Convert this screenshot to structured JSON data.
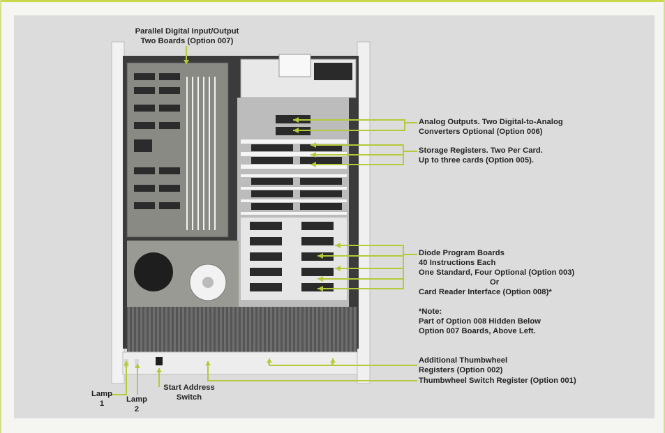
{
  "labels": {
    "parallel_io_1": "Parallel Digital Input/Output",
    "parallel_io_2": "Two Boards (Option 007)",
    "analog_1": "Analog Outputs. Two Digital-to-Analog",
    "analog_2": "Converters Optional (Option 006)",
    "storage_1": "Storage Registers. Two Per Card.",
    "storage_2": "Up to three cards (Option 005).",
    "diode_1": "Diode Program Boards",
    "diode_2": "40 Instructions Each",
    "diode_3": "One Standard, Four Optional (Option 003)",
    "diode_or": "Or",
    "diode_4": "Card Reader Interface (Option 008)*",
    "note_1": "*Note:",
    "note_2": "Part of Option 008 Hidden Below",
    "note_3": "Option 007 Boards, Above Left.",
    "thumb_add_1": "Additional Thumbwheel",
    "thumb_add_2": "Registers (Option 002)",
    "thumb_switch": "Thumbwheel Switch Register (Option 001)",
    "lamp1_a": "Lamp",
    "lamp1_b": "1",
    "lamp2_a": "Lamp",
    "lamp2_b": "2",
    "start_1": "Start Address",
    "start_2": "Switch"
  },
  "colors": {
    "accent_lines": "#b5c93a",
    "background_panel": "#dcdcdc",
    "text": "#222222"
  }
}
